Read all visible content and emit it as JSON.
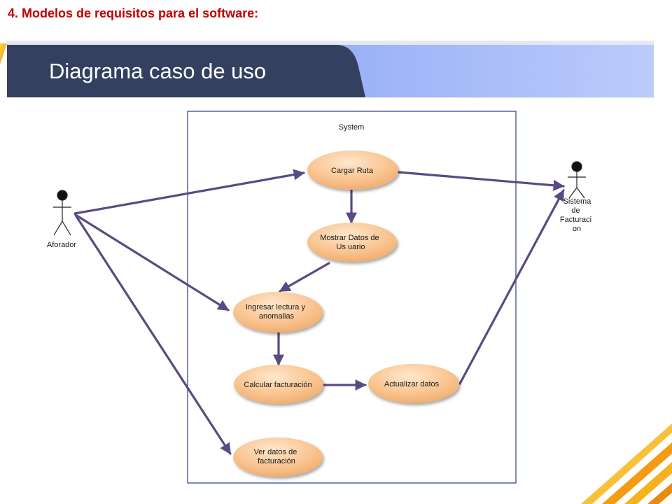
{
  "heading": "4. Modelos de requisitos para el software:",
  "banner": {
    "title": "Diagrama caso de uso"
  },
  "system": {
    "label": "System"
  },
  "actors": [
    {
      "id": "aforador",
      "label_lines": [
        "Aforador"
      ]
    },
    {
      "id": "sistema",
      "label_lines": [
        "Sistema",
        "de",
        "Facturaci",
        "on"
      ]
    }
  ],
  "use_cases": [
    {
      "id": "cargar-ruta",
      "label_lines": [
        "Cargar Ruta"
      ]
    },
    {
      "id": "mostrar-datos",
      "label_lines": [
        "Mostrar Datos de",
        "Us uario"
      ]
    },
    {
      "id": "ingresar-lectura",
      "label_lines": [
        "Ingresar lectura y",
        "anomalias"
      ]
    },
    {
      "id": "calcular-facturacion",
      "label_lines": [
        "Calcular facturación"
      ]
    },
    {
      "id": "actualizar-datos",
      "label_lines": [
        "Actualizar datos"
      ]
    },
    {
      "id": "ver-datos",
      "label_lines": [
        "Ver datos de",
        "facturación"
      ]
    }
  ],
  "colors": {
    "heading": "#c00000",
    "banner_dark": "#34405f",
    "banner_light": "#8fa8f4",
    "use_case_fill": "#f7c08c",
    "arrow": "#5a4a82",
    "system_border": "#2a3a8c",
    "accent_orange": "#f5a623"
  }
}
